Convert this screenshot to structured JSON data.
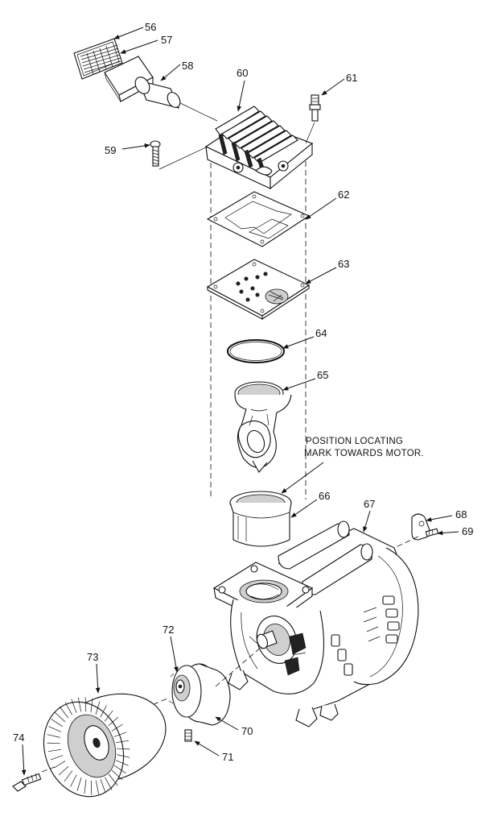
{
  "diagram": {
    "callouts": [
      "56",
      "57",
      "58",
      "59",
      "60",
      "61",
      "62",
      "63",
      "64",
      "65",
      "66",
      "67",
      "68",
      "69",
      "70",
      "71",
      "72",
      "73",
      "74"
    ],
    "note_lines": [
      "POSITION LOCATING",
      "MARK TOWARDS MOTOR."
    ]
  }
}
